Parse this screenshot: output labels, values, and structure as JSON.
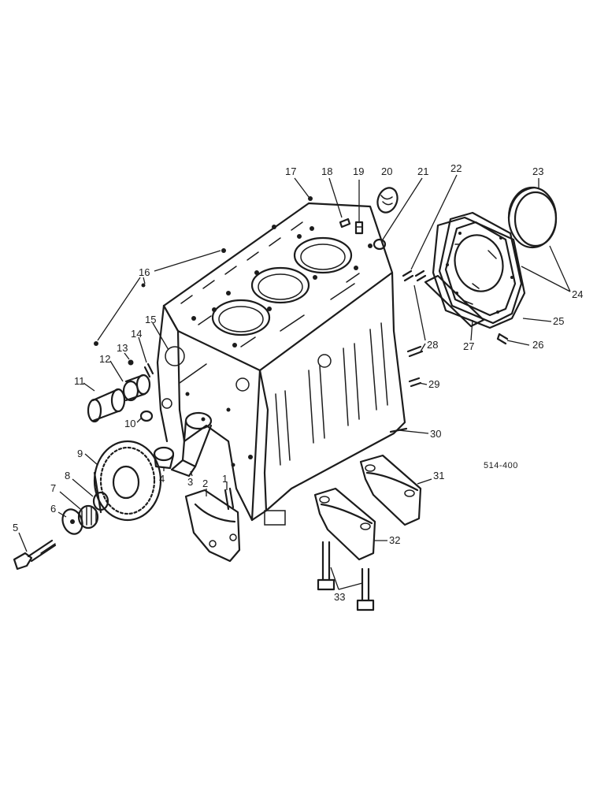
{
  "diagram": {
    "code": "514-400",
    "labels": [
      "1",
      "2",
      "3",
      "4",
      "5",
      "6",
      "7",
      "8",
      "9",
      "10",
      "11",
      "12",
      "13",
      "14",
      "15",
      "16",
      "17",
      "18",
      "19",
      "20",
      "21",
      "22",
      "23",
      "24",
      "25",
      "26",
      "27",
      "28",
      "29",
      "30",
      "31",
      "32",
      "33"
    ]
  },
  "colors": {
    "ink": "#1c1c1c",
    "paper": "#ffffff"
  }
}
